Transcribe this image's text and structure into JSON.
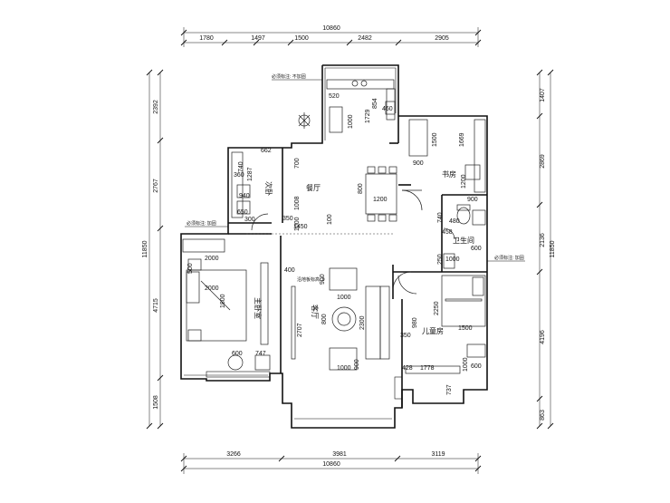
{
  "dimensions": {
    "top_segments": [
      "1780",
      "1497",
      "1500",
      "2482",
      "2905"
    ],
    "top_total": "10860",
    "bottom_segments": [
      "3266",
      "3981",
      "3119"
    ],
    "bottom_total": "10860",
    "left_segments": [
      "2392",
      "2767",
      "4715",
      "1508"
    ],
    "left_total": "11850",
    "right_segments": [
      "1407",
      "2869",
      "2136",
      "4196",
      "863"
    ],
    "right_total": "11850"
  },
  "rooms": {
    "bedroom_small": "次卧",
    "kitchen_dining": "餐厅",
    "master_bedroom": "主卧室",
    "living_room": "客厅",
    "bathroom": "卫生间",
    "kids_room": "儿童房",
    "study": "书房"
  },
  "notes": {
    "note_kitchen": "必须标注: 不加固",
    "note_left": "必须标注: 加固",
    "note_right": "必须标注: 加固",
    "note_living": "沿地板标高: 0"
  },
  "inner_dims": {
    "k1": "520",
    "k2": "1000",
    "k3": "1729",
    "k4": "854",
    "k5": "460",
    "s1": "1500",
    "s2": "1669",
    "s3": "900",
    "s4": "1200",
    "s5": "900",
    "c1": "662",
    "c2": "740",
    "c3": "1287",
    "c4": "700",
    "c5": "360",
    "c6": "940",
    "c7": "1008",
    "c8": "650",
    "c9": "300",
    "c10": "1000",
    "d1": "800",
    "d2": "1200",
    "d3": "350",
    "d4": "1450",
    "d5": "100",
    "b1": "740",
    "b2": "480",
    "b3": "458",
    "b4": "600",
    "b5": "1000",
    "b6": "250",
    "m1": "2000",
    "m2": "500",
    "m3": "2000",
    "m4": "1800",
    "m5": "600",
    "m6": "747",
    "l1": "400",
    "l2": "900",
    "l3": "1000",
    "l4": "800",
    "l5": "2707",
    "l6": "2300",
    "l7": "1000",
    "l8": "900",
    "r1": "2250",
    "r2": "980",
    "r3": "1500",
    "r4": "350",
    "r5": "428",
    "r6": "1778",
    "r7": "1000",
    "r8": "600",
    "r9": "737"
  }
}
